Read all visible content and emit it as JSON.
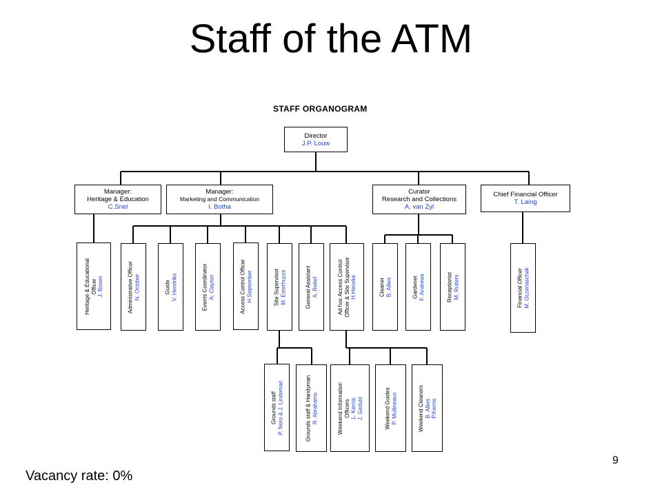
{
  "slide": {
    "title": "Staff of the ATM",
    "vacancy": "Vacancy rate: 0%",
    "page_number": "9"
  },
  "organogram": {
    "heading": "STAFF ORGANOGRAM",
    "director": {
      "role": "Director",
      "name": "J.P. Louw"
    },
    "managers": [
      {
        "role_line1": "Manager:",
        "role_line2": "Heritage & Education",
        "name": "C.Snel"
      },
      {
        "role_line1": "Manager:",
        "role_line2": "Marketing and Communication",
        "name": "I. Botha"
      },
      {
        "role_line1": "Curator",
        "role_line2": "Research and Collections",
        "name": "A. van Zyl"
      },
      {
        "role_line1": "Chief Financial Officer",
        "role_line2": "",
        "name": "T. Laing"
      }
    ],
    "staff": [
      {
        "role_line1": "Heritage & Educational",
        "role_line2": "Officer",
        "name": "J. Brown"
      },
      {
        "role_line1": "Administrative Officer",
        "role_line2": "",
        "name": "N. October"
      },
      {
        "role_line1": "Guide",
        "role_line2": "",
        "name": "V. Hendriks"
      },
      {
        "role_line1": "Events Coordinator",
        "role_line2": "",
        "name": "A. Clayton"
      },
      {
        "role_line1": "Access Control Officer",
        "role_line2": "",
        "name": "H.September"
      },
      {
        "role_line1": "Site Supervisor",
        "role_line2": "",
        "name": "M. Esterhuyze"
      },
      {
        "role_line1": "General Assistant",
        "role_line2": "",
        "name": "A.  Retief"
      },
      {
        "role_line1": "Ad hoc Access Control",
        "role_line2": "Officer & Site Supervisor",
        "name": "H.Heneke"
      },
      {
        "role_line1": "Cleaner",
        "role_line2": "",
        "name": "B. Allies"
      },
      {
        "role_line1": "Gardener",
        "role_line2": "",
        "name": "F. Andrews"
      },
      {
        "role_line1": "Receptionist",
        "role_line2": "",
        "name": "M. Ruiters"
      },
      {
        "role_line1": "Financial Officer",
        "role_line2": "",
        "name": "M. Oczenaschek"
      }
    ],
    "sub_staff": [
      {
        "role_line1": "Grounds staff",
        "role_line2": "",
        "name": "P. Nero & J. Lindeman",
        "name2": ""
      },
      {
        "role_line1": "Grounds staff & Handyman",
        "role_line2": "",
        "name": "R. Abrahams",
        "name2": ""
      },
      {
        "role_line1": "Weekend Information",
        "role_line2": "Officers",
        "name": "L. Kernis",
        "name2": "J. Geduld"
      },
      {
        "role_line1": "Weekend Guides",
        "role_line2": "",
        "name": "P. Mullineaux",
        "name2": ""
      },
      {
        "role_line1": "Weekend Cleaners",
        "role_line2": "",
        "name": "B. Allies",
        "name2": "P.Kernis"
      }
    ]
  }
}
